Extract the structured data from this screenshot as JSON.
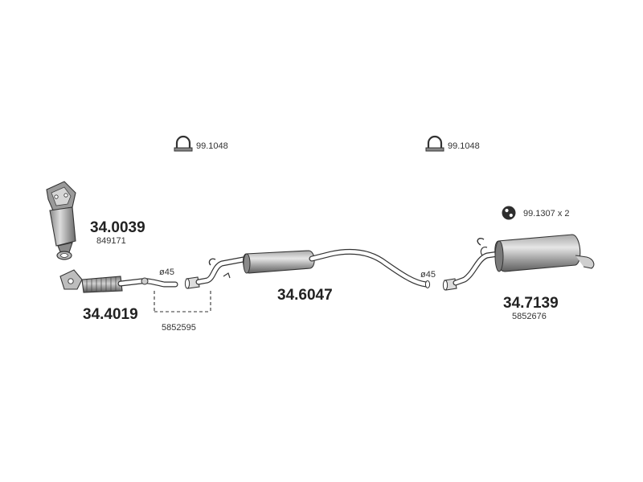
{
  "parts": [
    {
      "id": "clamp-left",
      "icon": "clamp-icon",
      "ref": "99.1048"
    },
    {
      "id": "clamp-right",
      "icon": "clamp-icon",
      "ref": "99.1048"
    },
    {
      "id": "mount",
      "icon": "rubber-mount-icon",
      "ref": "99.1307 x 2"
    },
    {
      "id": "catalyst",
      "number": "34.0039",
      "oem": "849171"
    },
    {
      "id": "front-pipe",
      "number": "34.4019"
    },
    {
      "id": "center-silencer",
      "number": "34.6047"
    },
    {
      "id": "rear-silencer",
      "number": "34.7139",
      "oem": "5852676"
    },
    {
      "id": "connection",
      "ref": "5852595"
    }
  ],
  "diameters": [
    "ø45",
    "ø45"
  ],
  "colors": {
    "outline": "#333333",
    "body_light": "#bdbdbd",
    "body_dark": "#6e6e6e",
    "text": "#222222"
  }
}
